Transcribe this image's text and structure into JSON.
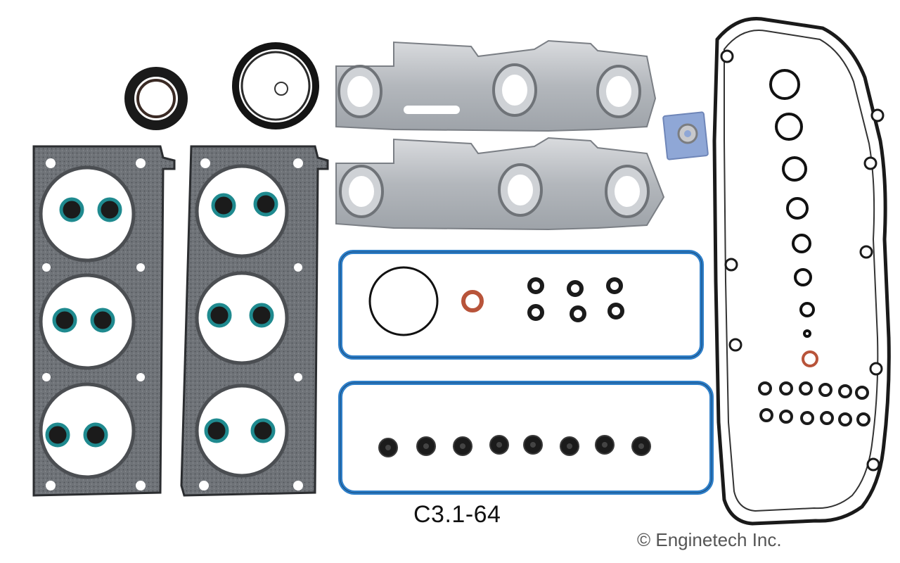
{
  "photo": {
    "part_number": "C3.1-64",
    "copyright": "© Enginetech Inc."
  },
  "colors": {
    "background": "#ffffff",
    "gasket_steel": "#3a3d42",
    "gasket_face": "#8a8e94",
    "heat_shield": "#c3c6cb",
    "blue_gasket": "#2e7fc9",
    "rubber": "#1b1b1b",
    "valve_seal_teal": "#1f8a8f",
    "copper_ring": "#b8543a"
  },
  "icons": [
    "head-gasket",
    "exhaust-manifold-gasket",
    "valve-cover-gasket",
    "oil-seal",
    "o-ring",
    "valve-stem-seal"
  ]
}
